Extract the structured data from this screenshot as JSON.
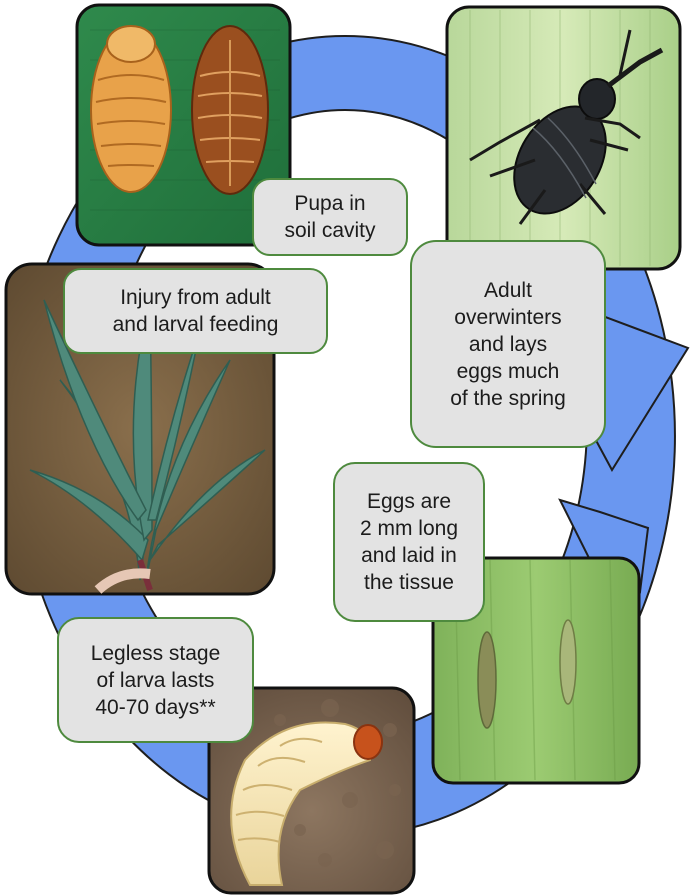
{
  "diagram": {
    "stages": [
      {
        "id": "pupa",
        "caption": "Pupa in\nsoil cavity"
      },
      {
        "id": "adult",
        "caption": "Adult\noverwinters\nand lays\neggs much\nof the spring"
      },
      {
        "id": "injury",
        "caption": "Injury from adult\nand larval feeding"
      },
      {
        "id": "eggs",
        "caption": "Eggs are\n2 mm long\nand laid in\nthe tissue"
      },
      {
        "id": "larva",
        "caption": "Legless stage\nof larva lasts\n40-70 days**"
      }
    ],
    "colors": {
      "cycle_arrow": "#6a97f0",
      "cycle_arrow_outline": "#1e1e1e",
      "caption_fill": "#e3e3e3",
      "caption_border": "#4e8a3e",
      "photo_frame": "#111111"
    }
  }
}
